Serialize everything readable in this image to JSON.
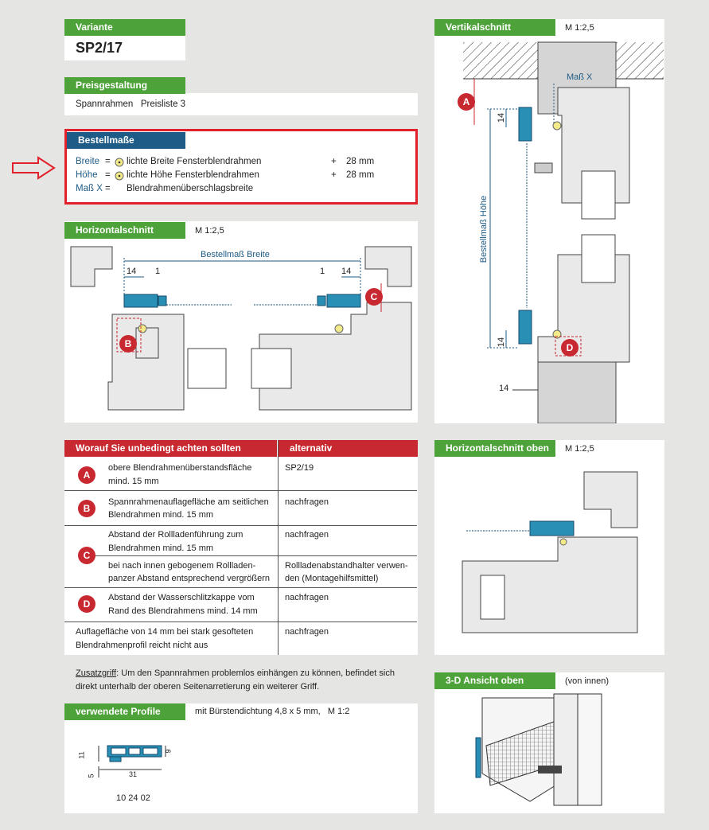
{
  "variante": {
    "header": "Variante",
    "value": "SP2/17"
  },
  "preis": {
    "header": "Preisgestaltung",
    "text": "Spannrahmen   Preisliste 3"
  },
  "bestell": {
    "header": "Bestellmaße",
    "rows": [
      {
        "label": "Breite",
        "eq": "=",
        "text": "lichte Breite Fensterblendrahmen",
        "plus": "+",
        "value": "28 mm"
      },
      {
        "label": "Höhe",
        "eq": "=",
        "text": "lichte Höhe Fensterblendrahmen",
        "plus": "+",
        "value": "28 mm"
      },
      {
        "label": "Maß X",
        "eq": "=",
        "text": "Blendrahmenüberschlagsbreite"
      }
    ]
  },
  "horizontal": {
    "header": "Horizontalschnitt",
    "scale": "M 1:2,5",
    "dim_label": "Bestellmaß Breite",
    "d14a": "14",
    "d1a": "1",
    "d1b": "1",
    "d14b": "14",
    "markB": "B",
    "markC": "C"
  },
  "vertikal": {
    "header": "Vertikalschnitt",
    "scale": "M 1:2,5",
    "mass_x": "Maß X",
    "dim_label": "Bestellmaß Höhe",
    "d14a": "14",
    "d14b": "14",
    "d14c": "14",
    "markA": "A",
    "markD": "D"
  },
  "table": {
    "header_left": "Worauf Sie unbedingt achten sollten",
    "header_right": "alternativ",
    "rows": [
      {
        "badge": "A",
        "l1": "obere Blendrahmenüberstandsfläche",
        "l2": "mind. 15 mm",
        "r1": "SP2/19",
        "r2": ""
      },
      {
        "badge": "B",
        "l1": "Spannrahmenauflagefläche am seitlichen",
        "l2": "Blendrahmen mind. 15 mm",
        "r1": "nachfragen",
        "r2": ""
      },
      {
        "badge": "C",
        "l1": "Abstand der Rollladenführung zum",
        "l2": "Blendrahmen mind. 15 mm",
        "r1": "nachfragen",
        "r2": ""
      },
      {
        "badge": "",
        "l1": "bei nach innen gebogenem Rollladen-",
        "l2": "panzer Abstand entsprechend vergrößern",
        "r1": "Rollladenabstandhalter verwen-",
        "r2": "den (Montagehilfsmittel)"
      },
      {
        "badge": "D",
        "l1": "Abstand der Wasserschlitzkappe vom",
        "l2": "Rand des Blendrahmens mind. 14 mm",
        "r1": "nachfragen",
        "r2": ""
      },
      {
        "badge": "",
        "l1": "Auflagefläche von 14 mm bei stark gesofteten",
        "l2": "Blendrahmenprofil reicht nicht aus",
        "r1": "nachfragen",
        "r2": ""
      }
    ]
  },
  "zusatz": {
    "label": "Zusatzgriff",
    "line1": ": Um den Spannrahmen problemlos einhängen zu können, befindet sich",
    "line2": "direkt unterhalb der oberen Seitenarretierung ein weiterer Griff."
  },
  "profile": {
    "header": "verwendete Profile",
    "desc": "mit Bürstendichtung 4,8 x 5 mm,   M 1:2",
    "d11": "11",
    "d9": "9",
    "d5": "5",
    "d31": "31",
    "number": "10 24 02"
  },
  "horizontal_oben": {
    "header": "Horizontalschnitt oben",
    "scale": "M 1:2,5"
  },
  "ansicht": {
    "header": "3-D Ansicht oben",
    "note": "(von innen)"
  },
  "colors": {
    "green": "#4ea23a",
    "blue": "#1e5b86",
    "red": "#c8282f",
    "highlight": "#e0202a"
  }
}
